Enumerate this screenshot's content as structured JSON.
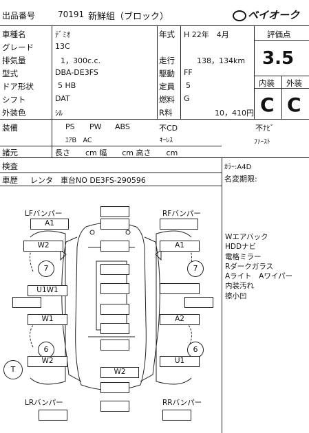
{
  "header": {
    "lot_label": "出品番号",
    "lot_number": "70191",
    "title": "新鮮組（ブロック）",
    "brand": "ベイオーク"
  },
  "specs": {
    "model_label": "車種名",
    "model": "ﾃﾞﾐｵ",
    "grade_label": "グレード",
    "grade": "13C",
    "displacement_label": "排気量",
    "displacement": "1，300c.c.",
    "type_label": "型式",
    "type": "DBA-DE3FS",
    "doors_label": "ドア形状",
    "doors": "5 HB",
    "shift_label": "シフト",
    "shift": "DAT",
    "color_label": "外装色",
    "color": "ｼﾙ",
    "year_label": "年式",
    "year": "H 22年　4月",
    "mileage_label": "走行",
    "mileage": "138，134km",
    "drive_label": "駆動",
    "drive": "FF",
    "capacity_label": "定員",
    "capacity": "5",
    "fuel_label": "燃料",
    "fuel": "G",
    "tax_label": "R料",
    "tax": "10，410円"
  },
  "rating": {
    "label": "評価点",
    "score": "3.5",
    "interior_label": "内装",
    "interior": "C",
    "exterior_label": "外装",
    "exterior": "C"
  },
  "equipment": {
    "label": "装備",
    "spec_label": "諸元",
    "ps": "PS",
    "pw": "PW",
    "abs": "ABS",
    "cd": "不CD",
    "navi": "不ﾅﾋﾞ",
    "ac": "ｴｱB　AC",
    "keyless": "ｷｰﾚｽ",
    "first": "ﾌｧｰｽﾄ",
    "length": "長さ　　cm  幅　　cm  高さ　　cm"
  },
  "inspection": {
    "label": "検査",
    "history_label": "車歴",
    "history": "レンタ　車台NO  DE3FS-290596",
    "color_code": "ｶﾗｰ:A4D",
    "name_change": "名変期限:"
  },
  "notes": [
    "Wエアバック",
    "HDDナビ",
    "電格ミラー",
    "Rダークガラス",
    "Aライト　Aワイパー",
    "内装汚れ",
    "擦小凹"
  ],
  "diagram": {
    "lf": "LFバンパー",
    "rf": "RFバンパー",
    "lr": "LRバンパー",
    "rr": "RRバンパー",
    "a1_lf": "A1",
    "w2_l": "W2",
    "a1_r": "A1",
    "seven_l": "7",
    "seven_r": "7",
    "u1w1": "U1W1",
    "w1": "W1",
    "a2": "A2",
    "six_l": "6",
    "six_r": "6",
    "t": "T",
    "w2_bl": "W2",
    "u1": "U1",
    "w2_c": "W2"
  }
}
